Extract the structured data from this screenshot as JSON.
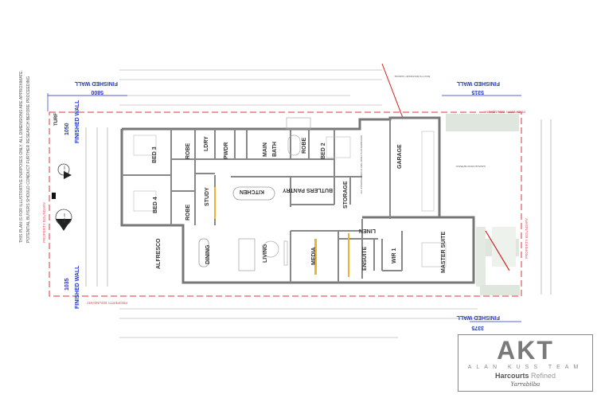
{
  "disclaimer": [
    "THIS PLAN IS FOR ILLUSTRATIVE PURPOSES ONLY. ALL DIMENSIONS ARE APPROXIMATE.",
    "POTENTIAL BUYERS SHOULD CONDUCT FURTHER RESEARCH BEFORE PROCEEDING"
  ],
  "rooms": {
    "bed3": "BED 3",
    "bed4": "BED 4",
    "robe1": "ROBE",
    "robe2": "ROBE",
    "robe3": "ROBE",
    "ldry": "LDRY",
    "study": "STUDY",
    "pwdr": "PWDR",
    "main_bath_1": "MAIN",
    "main_bath_2": "BATH",
    "bed2": "BED 2",
    "kitchen": "KITCHEN",
    "butlers_pantry": "BUTLERS PANTRY",
    "storage": "STORAGE",
    "garage": "GARAGE",
    "linen": "LINEN",
    "ensuite": "ENSUITE",
    "wir1": "WIR 1",
    "master_suite": "MASTER SUITE",
    "media": "MEDIA",
    "living": "LIVING",
    "dining": "DINING",
    "alfresco": "ALFRESCO"
  },
  "setbacks": {
    "top_left": {
      "label": "FINISHED WALL",
      "value": "5800"
    },
    "top_right": {
      "label": "FINISHED WALL",
      "value": "5315"
    },
    "bottom_right": {
      "label": "FINISHED WALL",
      "value": "3375"
    },
    "left_top": {
      "label": "FINISHED WALL",
      "value": "1050"
    },
    "left_bottom": {
      "label": "FINISHED WALL",
      "value": "1035"
    }
  },
  "labels": {
    "property_boundary": "PROPERTY BOUNDARY",
    "turf": "TURF",
    "garage_door_setback": "GARAGE DOOR SETBACK",
    "garage_built_to_boundary": "BUILT TO BOUNDARY GARAGE",
    "internal_walls_note": "ALL INTERNAL WALLS ARE 2400H PLASTERBOARD",
    "tank_note": "4 UA 400",
    "tank_note_2": "UA 300"
  },
  "logo": {
    "mark": "AKT",
    "team": "ALAN KUSS TEAM",
    "brand_bold": "Harcourts",
    "brand_light": "Refined",
    "office": "Yarrabilba"
  },
  "colors": {
    "boundary": "#e03040",
    "setback_text": "#2233cc",
    "wall": "#777777",
    "logo": "#7a7a7a"
  }
}
